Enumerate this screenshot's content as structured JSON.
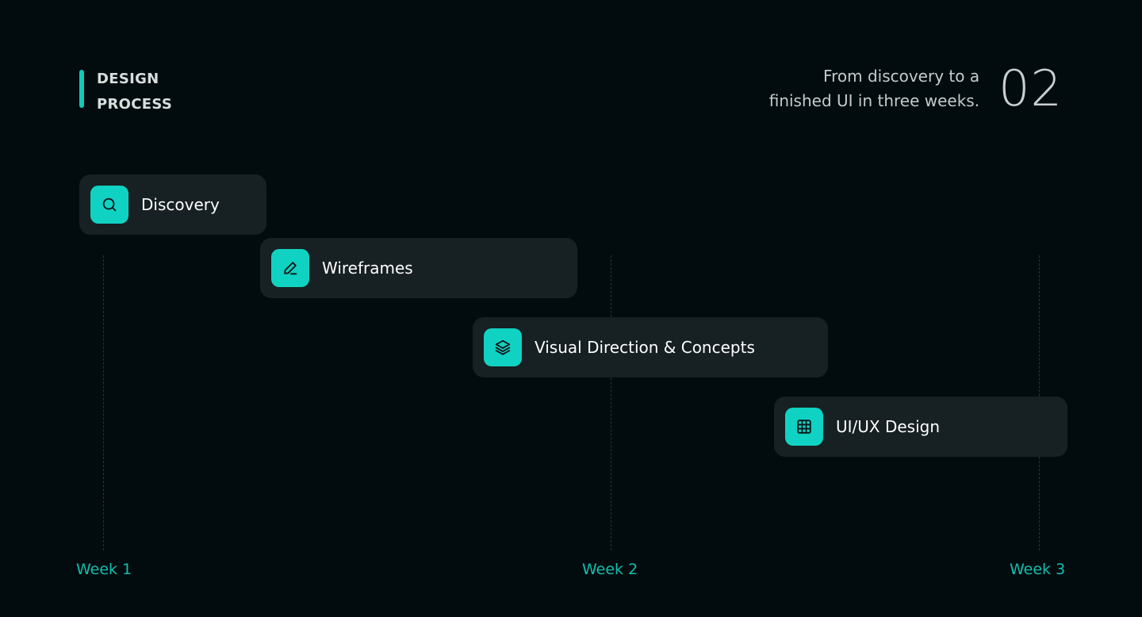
{
  "header": {
    "section_title": [
      "DESIGN",
      "PROCESS"
    ],
    "tagline": [
      "From discovery to a",
      "finished UI in three weeks."
    ],
    "step_number": "02"
  },
  "timeline": {
    "weeks": [
      "Week 1",
      "Week 2",
      "Week 3"
    ],
    "tasks": [
      {
        "label": "Discovery",
        "icon": "search-icon"
      },
      {
        "label": "Wireframes",
        "icon": "pencil-icon"
      },
      {
        "label": "Visual Direction & Concepts",
        "icon": "layers-icon"
      },
      {
        "label": "UI/UX Design",
        "icon": "grid-icon"
      }
    ]
  },
  "colors": {
    "background": "#020c0e",
    "accent": "#10d2c2",
    "card": "#172022",
    "week_label": "#10bfb0"
  }
}
